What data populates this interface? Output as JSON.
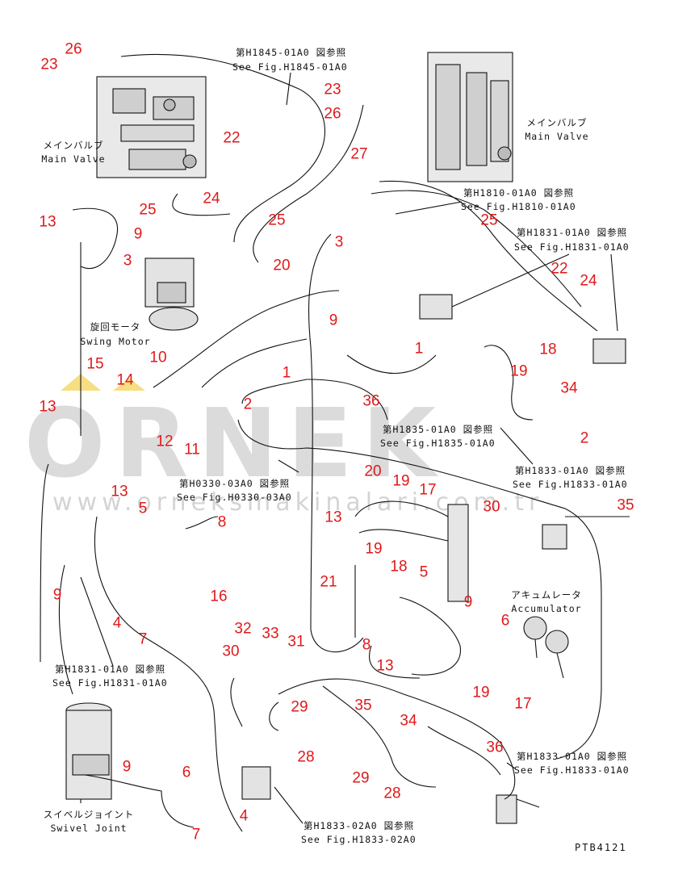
{
  "watermark": {
    "brand": "ORNEK",
    "url": "www.orneksmakinalari.com.tr",
    "accent": "#f1c40f"
  },
  "callout_color": "#e0191b",
  "figure_code": "PTB4121",
  "labels": {
    "main_valve_left_jp": "メインバルブ",
    "main_valve_left_en": "Main Valve",
    "main_valve_right_jp": "メインバルブ",
    "main_valve_right_en": "Main Valve",
    "swing_motor_jp": "旋回モータ",
    "swing_motor_en": "Swing Motor",
    "accumulator_jp": "アキュムレータ",
    "accumulator_en": "Accumulator",
    "swivel_jp": "スイベルジョイント",
    "swivel_en": "Swivel Joint"
  },
  "refs": [
    {
      "jp": "第H1845-01A0 図参照",
      "en": "See Fig.H1845-01A0"
    },
    {
      "jp": "第H1810-01A0 図参照",
      "en": "See Fig.H1810-01A0"
    },
    {
      "jp": "第H1831-01A0 図参照",
      "en": "See Fig.H1831-01A0"
    },
    {
      "jp": "第H1835-01A0 図参照",
      "en": "See Fig.H1835-01A0"
    },
    {
      "jp": "第H0330-03A0 図参照",
      "en": "See Fig.H0330-03A0"
    },
    {
      "jp": "第H1833-01A0 図参照",
      "en": "See Fig.H1833-01A0"
    },
    {
      "jp": "第H1831-01A0 図参照",
      "en": "See Fig.H1831-01A0"
    },
    {
      "jp": "第H1833-01A0 図参照",
      "en": "See Fig.H1833-01A0"
    },
    {
      "jp": "第H1833-02A0 図参照",
      "en": "See Fig.H1833-02A0"
    }
  ],
  "callouts": [
    "26",
    "23",
    "23",
    "26",
    "27",
    "22",
    "24",
    "25",
    "25",
    "25",
    "20",
    "3",
    "13",
    "9",
    "3",
    "9",
    "22",
    "24",
    "1",
    "18",
    "19",
    "34",
    "10",
    "1",
    "2",
    "36",
    "15",
    "14",
    "13",
    "12",
    "11",
    "2",
    "20",
    "19",
    "17",
    "30",
    "35",
    "13",
    "5",
    "8",
    "13",
    "19",
    "18",
    "5",
    "9",
    "21",
    "9",
    "4",
    "7",
    "16",
    "8",
    "13",
    "6",
    "32",
    "33",
    "31",
    "30",
    "29",
    "19",
    "17",
    "35",
    "34",
    "36",
    "28",
    "29",
    "28",
    "9",
    "6",
    "4",
    "7"
  ]
}
